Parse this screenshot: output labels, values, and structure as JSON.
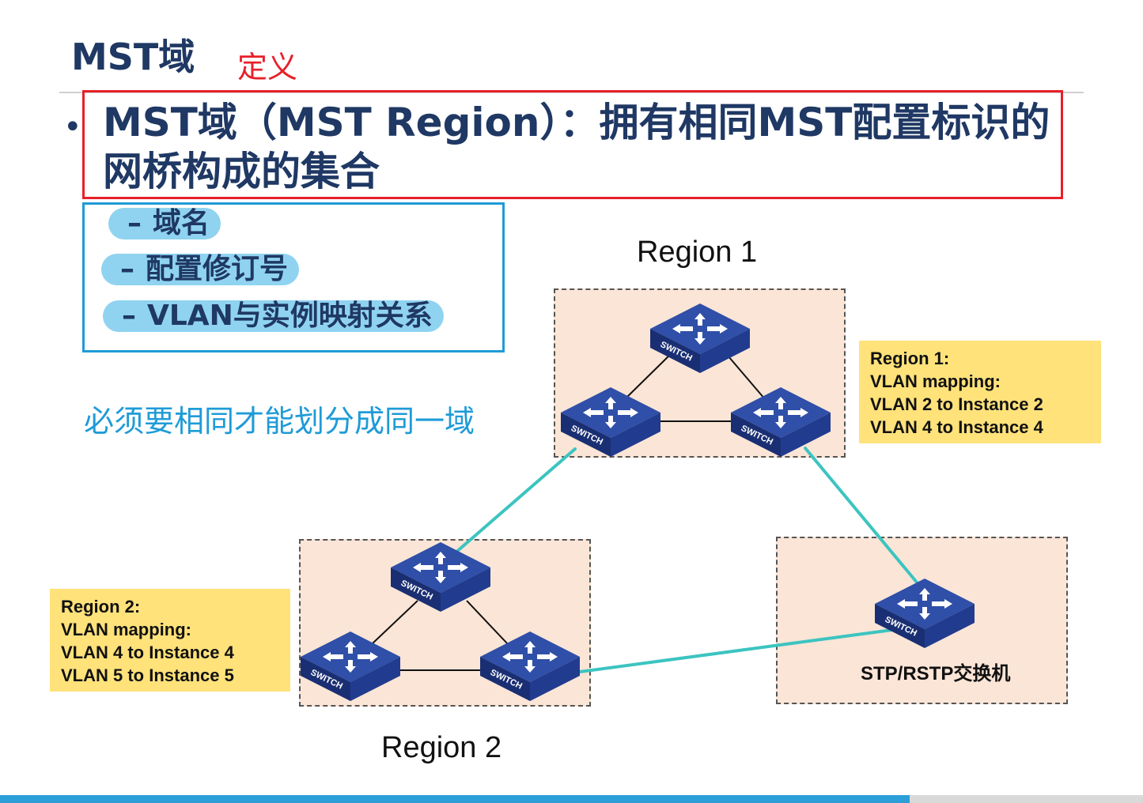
{
  "slide": {
    "title": "MST域",
    "annotation": "定义",
    "definition": "MST域（MST Region）：拥有相同MST配置标识的网桥构成的集合",
    "bullet": "•",
    "items": [
      {
        "dash": "–",
        "label": "域名"
      },
      {
        "dash": "–",
        "label": "配置修订号"
      },
      {
        "dash": "–",
        "label": "VLAN与实例映射关系"
      }
    ],
    "note": "必须要相同才能划分成同一域"
  },
  "diagram": {
    "region1_label": "Region 1",
    "region2_label": "Region 2",
    "switch_text": "SWITCH",
    "region1_mapping": [
      "Region 1:",
      "VLAN mapping:",
      "VLAN 2 to Instance 2",
      "VLAN 4 to Instance 4"
    ],
    "region2_mapping": [
      "Region 2:",
      "VLAN mapping:",
      "VLAN 4 to Instance 4",
      "VLAN 5 to Instance 5"
    ],
    "stp_label": "STP/RSTP交换机"
  },
  "colors": {
    "title": "#1f3864",
    "annotation_red": "#e8202a",
    "note_blue": "#1e9bd7",
    "item_highlight": "#8fd3f1",
    "region_fill": "#fbe5d6",
    "mapping_fill": "#ffe27a",
    "inter_region_link": "#3cc4c0",
    "switch_top": "#2f4fa8"
  }
}
